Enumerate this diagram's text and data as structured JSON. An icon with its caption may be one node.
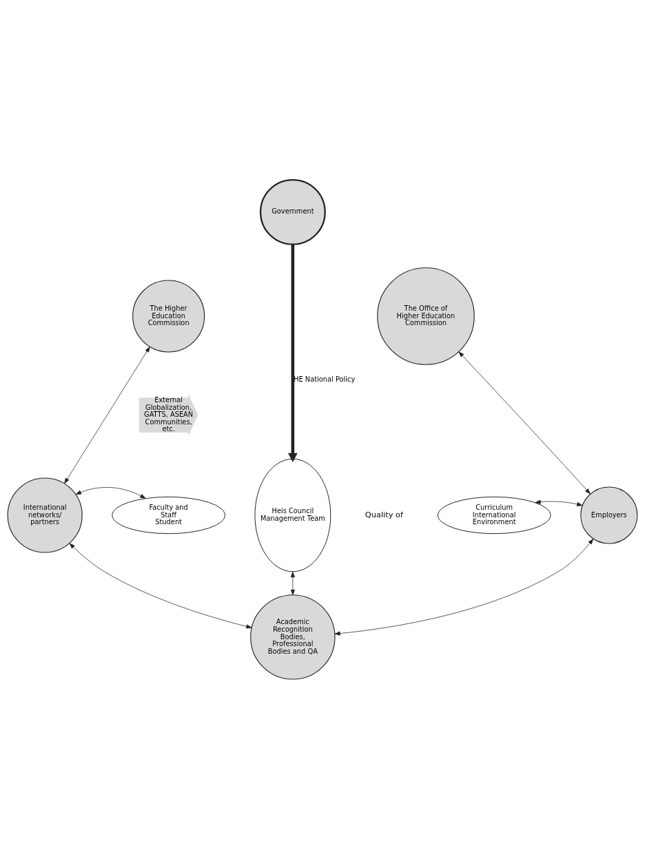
{
  "diagram": {
    "nodes": [
      {
        "text": [
          "Government"
        ]
      },
      {
        "text": [
          "The Higher Education Commission"
        ]
      },
      {
        "text": [
          "The Office of Higher Education Commission"
        ]
      },
      {
        "text": [
          "External",
          "Globalization, GATTS, ASEAN Communities, etc."
        ]
      },
      {
        "text": [
          "Heis Council",
          "Management Team"
        ]
      },
      {
        "text": [
          "Faculty and Staff",
          "Student"
        ]
      },
      {
        "text": [
          "Curriculum",
          "International Environment"
        ]
      },
      {
        "text": [
          "International networks/ partners"
        ]
      },
      {
        "text": [
          "Employers"
        ]
      },
      {
        "text": [
          "Academic Recognition Bodies, Professional Bodies and QA"
        ]
      }
    ],
    "edges": [
      {
        "from": 0,
        "to": 4,
        "arrow": "to",
        "label": "HE National Policy",
        "style": "thick"
      },
      {
        "from": 7,
        "to": 1,
        "arrow": "both"
      },
      {
        "from": 8,
        "to": 2,
        "arrow": "both"
      },
      {
        "from": 7,
        "to": 5,
        "arrow": "both"
      },
      {
        "from": 8,
        "to": 6,
        "arrow": "both"
      },
      {
        "from": 4,
        "to": 9,
        "arrow": "both"
      },
      {
        "from": 7,
        "to": 9,
        "arrow": "both"
      },
      {
        "from": 8,
        "to": 9,
        "arrow": "both"
      }
    ],
    "labels": [
      "Quality of"
    ]
  }
}
